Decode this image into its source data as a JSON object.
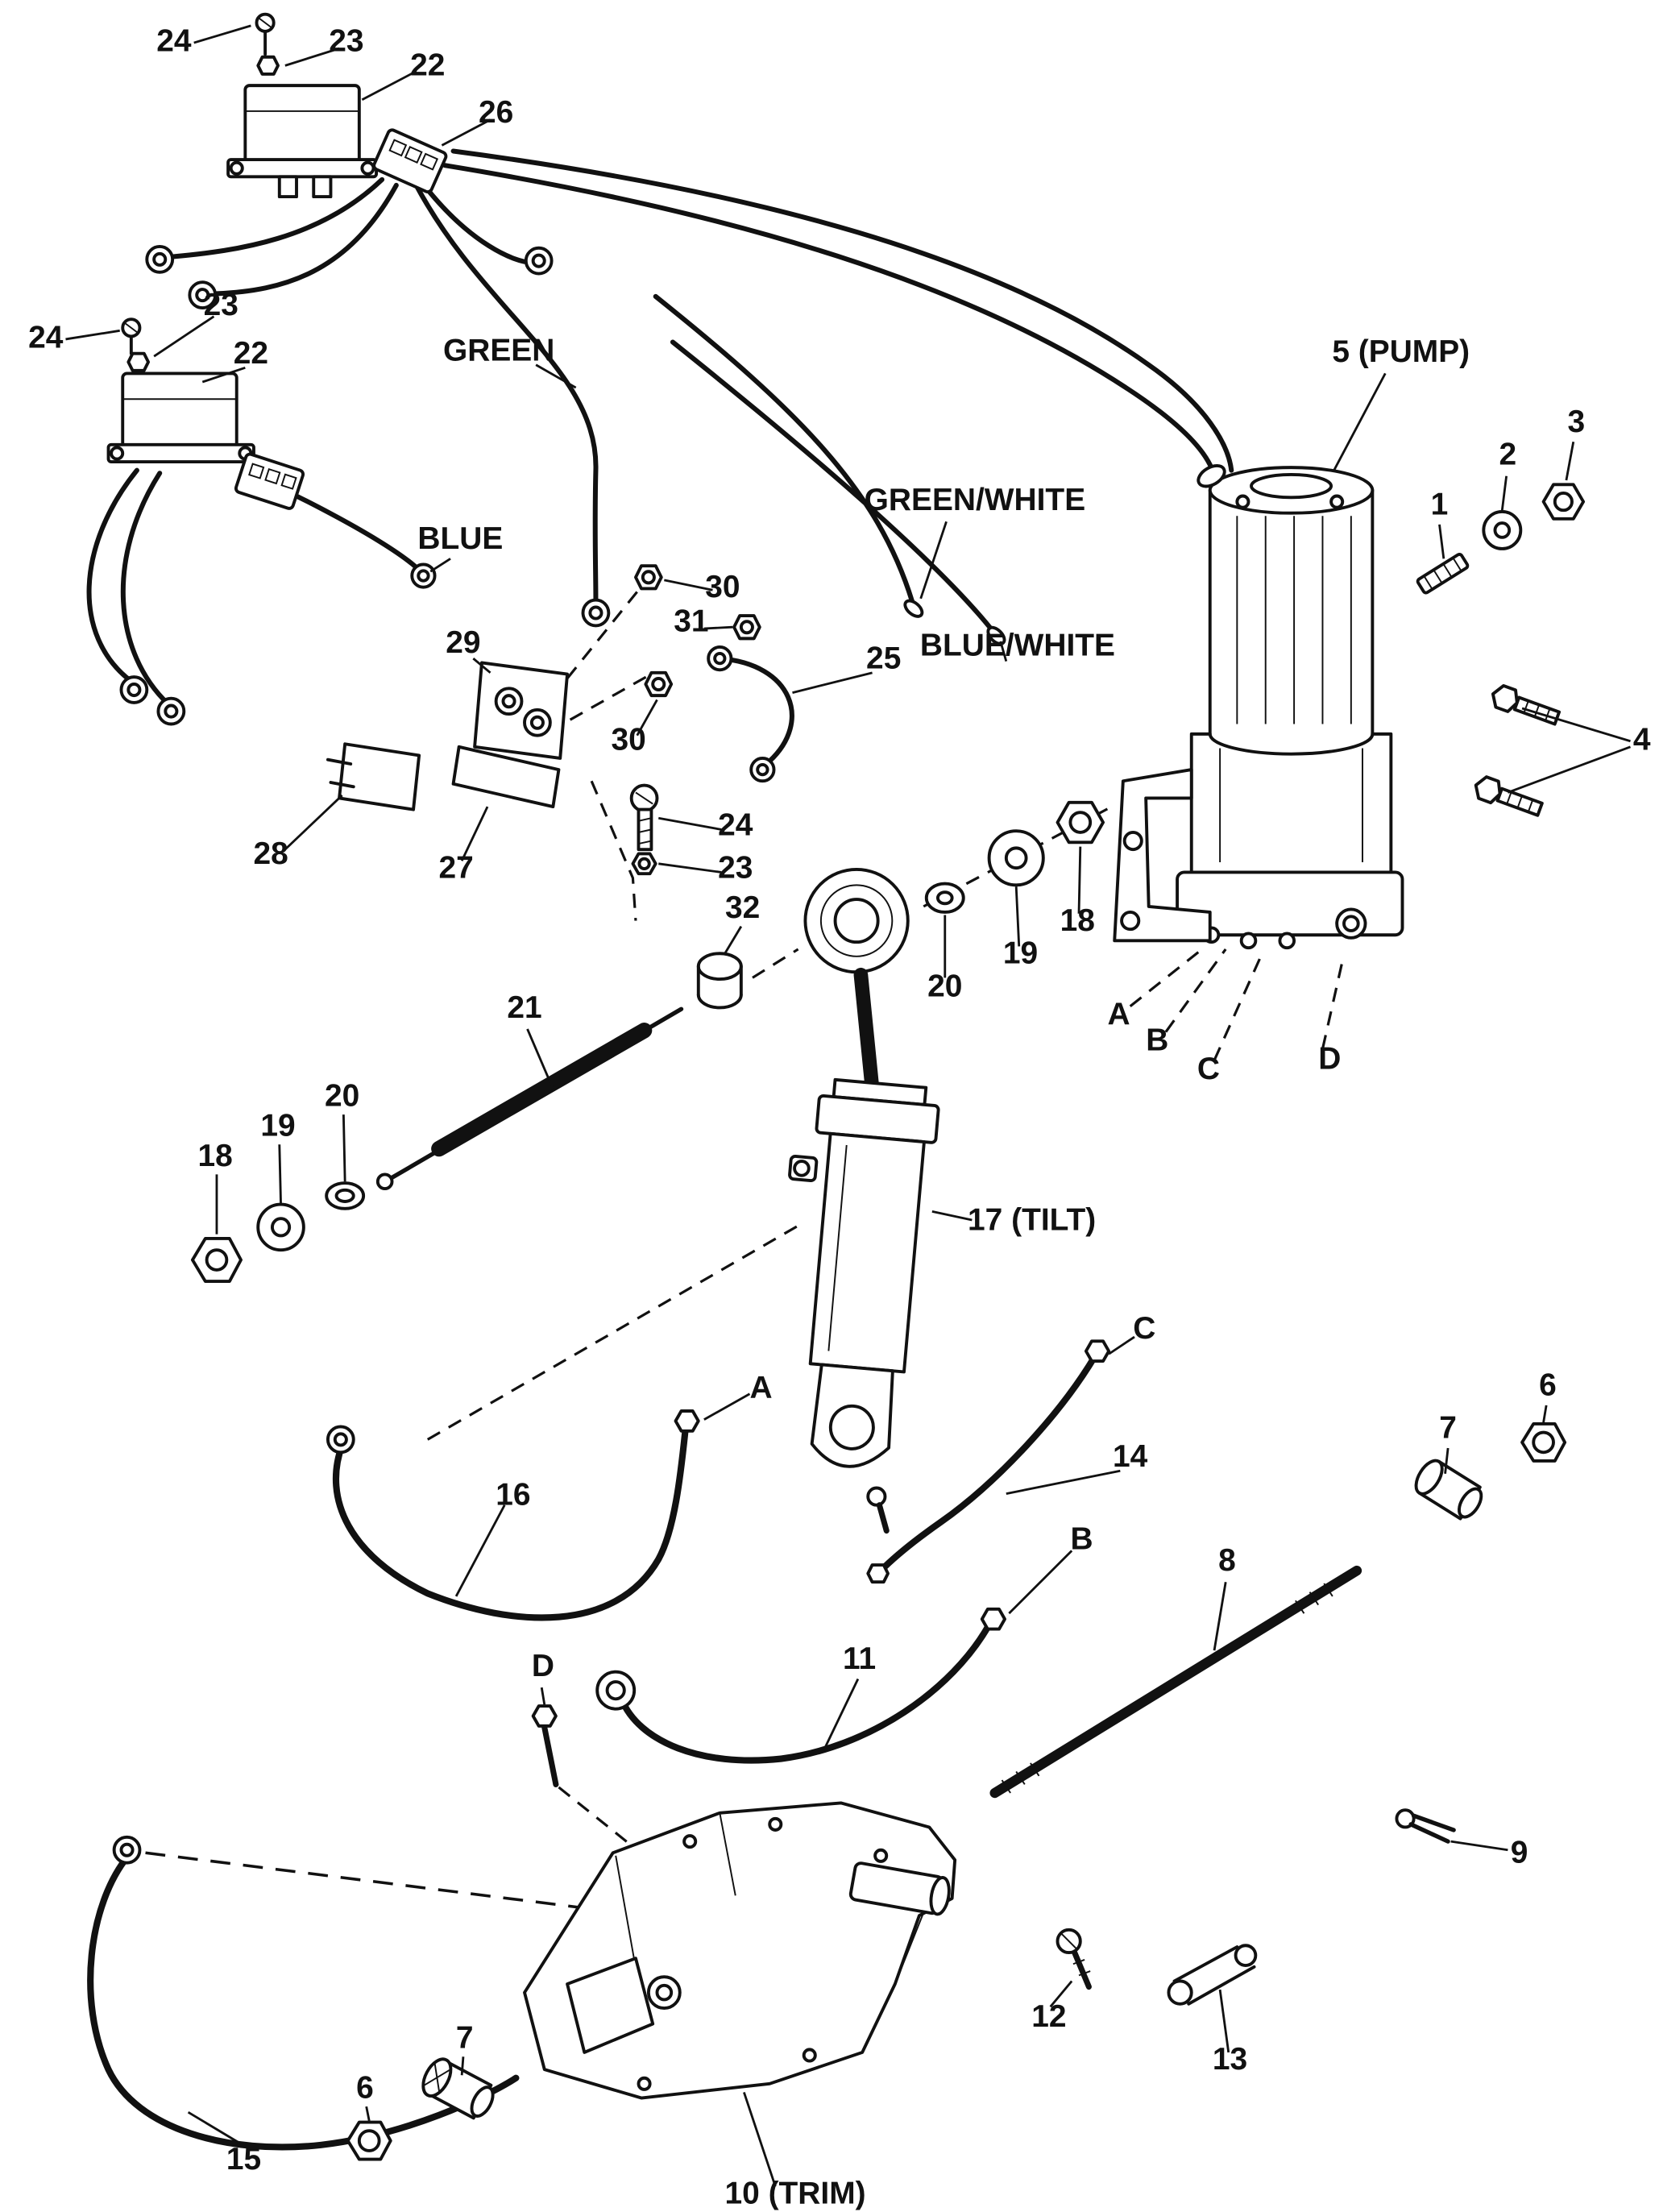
{
  "diagram": {
    "type": "exploded-parts-diagram",
    "colors": {
      "background": "#ffffff",
      "line": "#111111"
    },
    "labels": {
      "callout_24_relay1": "24",
      "callout_23_relay1": "23",
      "callout_22_relay1": "22",
      "callout_26": "26",
      "callout_24_relay2": "24",
      "callout_23_relay2": "23",
      "callout_22_relay2": "22",
      "wire_green": "GREEN",
      "wire_green_white": "GREEN/WHITE",
      "wire_blue": "BLUE",
      "wire_blue_white": "BLUE/WHITE",
      "callout_30_upper": "30",
      "callout_31": "31",
      "callout_29": "29",
      "callout_25": "25",
      "callout_30_lower": "30",
      "callout_28": "28",
      "callout_27": "27",
      "callout_24_mid": "24",
      "callout_23_mid": "23",
      "callout_32": "32",
      "label_pump": "5 (PUMP)",
      "callout_1": "1",
      "callout_2": "2",
      "callout_3": "3",
      "callout_4": "4",
      "callout_21": "21",
      "callout_20_right": "20",
      "callout_19_right": "19",
      "callout_18_right": "18",
      "port_a_pump": "A",
      "port_b_pump": "B",
      "port_c_pump": "C",
      "port_d_pump": "D",
      "callout_18_left": "18",
      "callout_19_left": "19",
      "callout_20_left": "20",
      "label_tilt": "17 (TILT)",
      "port_a_line": "A",
      "port_c_line": "C",
      "callout_16": "16",
      "callout_14": "14",
      "port_b_line": "B",
      "callout_6_right": "6",
      "callout_7_right": "7",
      "callout_8": "8",
      "port_d_line": "D",
      "callout_11": "11",
      "callout_9": "9",
      "callout_12": "12",
      "callout_13": "13",
      "callout_15": "15",
      "callout_6_bottom": "6",
      "callout_7_bottom": "7",
      "label_trim": "10 (TRIM)"
    }
  }
}
